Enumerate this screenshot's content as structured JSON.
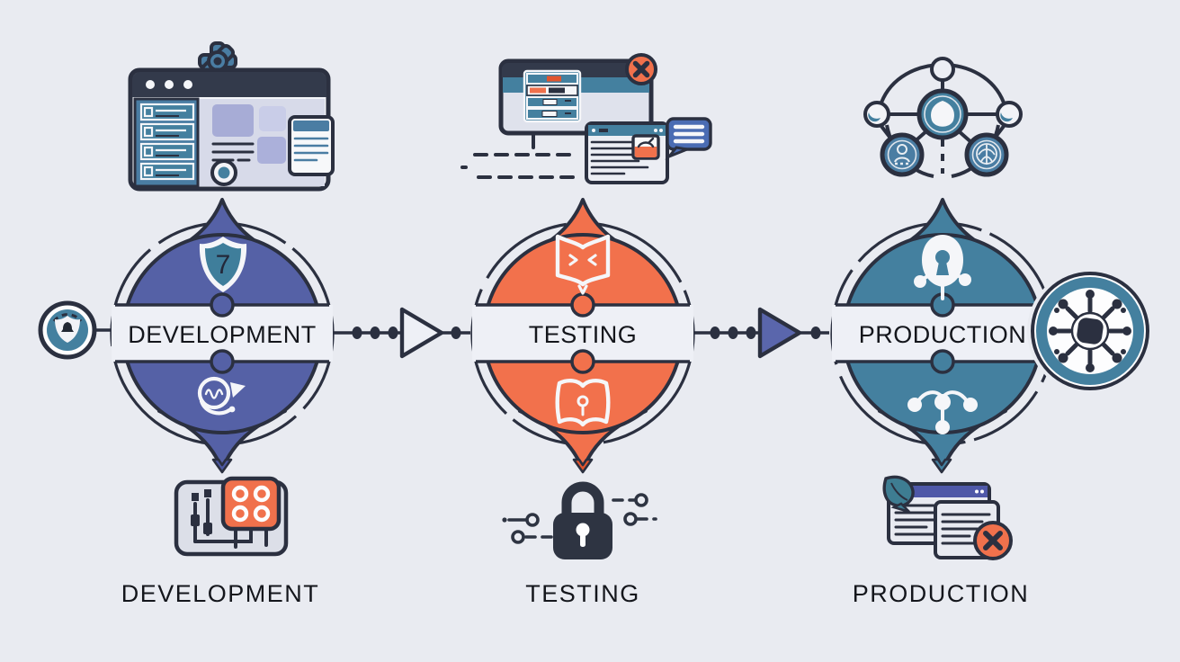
{
  "diagram": {
    "title_visible_text": [
      "DEVELOPMENT",
      "TESTING",
      "PRODUCTION"
    ],
    "stages": [
      {
        "name": "development",
        "circle_label": "DEVELOPMENT",
        "caption": "DEVELOPMENT",
        "color": "#5561a6",
        "shield_digit": "7",
        "top_icon": "shield-icon",
        "bottom_icon": "support-headset-icon",
        "top_illustration": "app-window-with-gear",
        "bottom_illustration": "control-panel-with-dice"
      },
      {
        "name": "testing",
        "circle_label": "TESTING",
        "caption": "TESTING",
        "color": "#f2714c",
        "top_icon": "open-book-arrows-icon",
        "bottom_icon": "open-book-key-icon",
        "top_illustration": "browser-windows-with-error-badge",
        "bottom_illustration": "padlock-with-circuit"
      },
      {
        "name": "production",
        "circle_label": "PRODUCTION",
        "caption": "PRODUCTION",
        "color": "#44809f",
        "top_icon": "user-keyhole-network-icon",
        "bottom_icon": "branch-network-icon",
        "top_illustration": "network-hub",
        "bottom_illustration": "documents-with-error-badge"
      }
    ],
    "side_badges": [
      {
        "name": "shield-bell-badge",
        "position": "left",
        "color": "#44809f"
      },
      {
        "name": "virus-badge",
        "position": "right",
        "color": "#44809f"
      }
    ],
    "connectors": [
      {
        "from": "development",
        "to": "testing",
        "style": "outlined-triangle-with-dots"
      },
      {
        "from": "testing",
        "to": "production",
        "style": "filled-triangle-with-dots",
        "triangle_color": "#5a66ac"
      }
    ],
    "colors": {
      "background": "#e9ebf1",
      "outline": "#2b3040",
      "band": "#eef0f6",
      "development": "#5561a6",
      "testing": "#f2714c",
      "production": "#44809f",
      "steel_accent": "#4a7da3",
      "error_orange": "#f0714c",
      "dark_header": "#333a4b",
      "lavender_panel": "#d7dae9",
      "indigo_header": "#4f58a8",
      "bubble_blue": "#4a6cb3"
    }
  }
}
